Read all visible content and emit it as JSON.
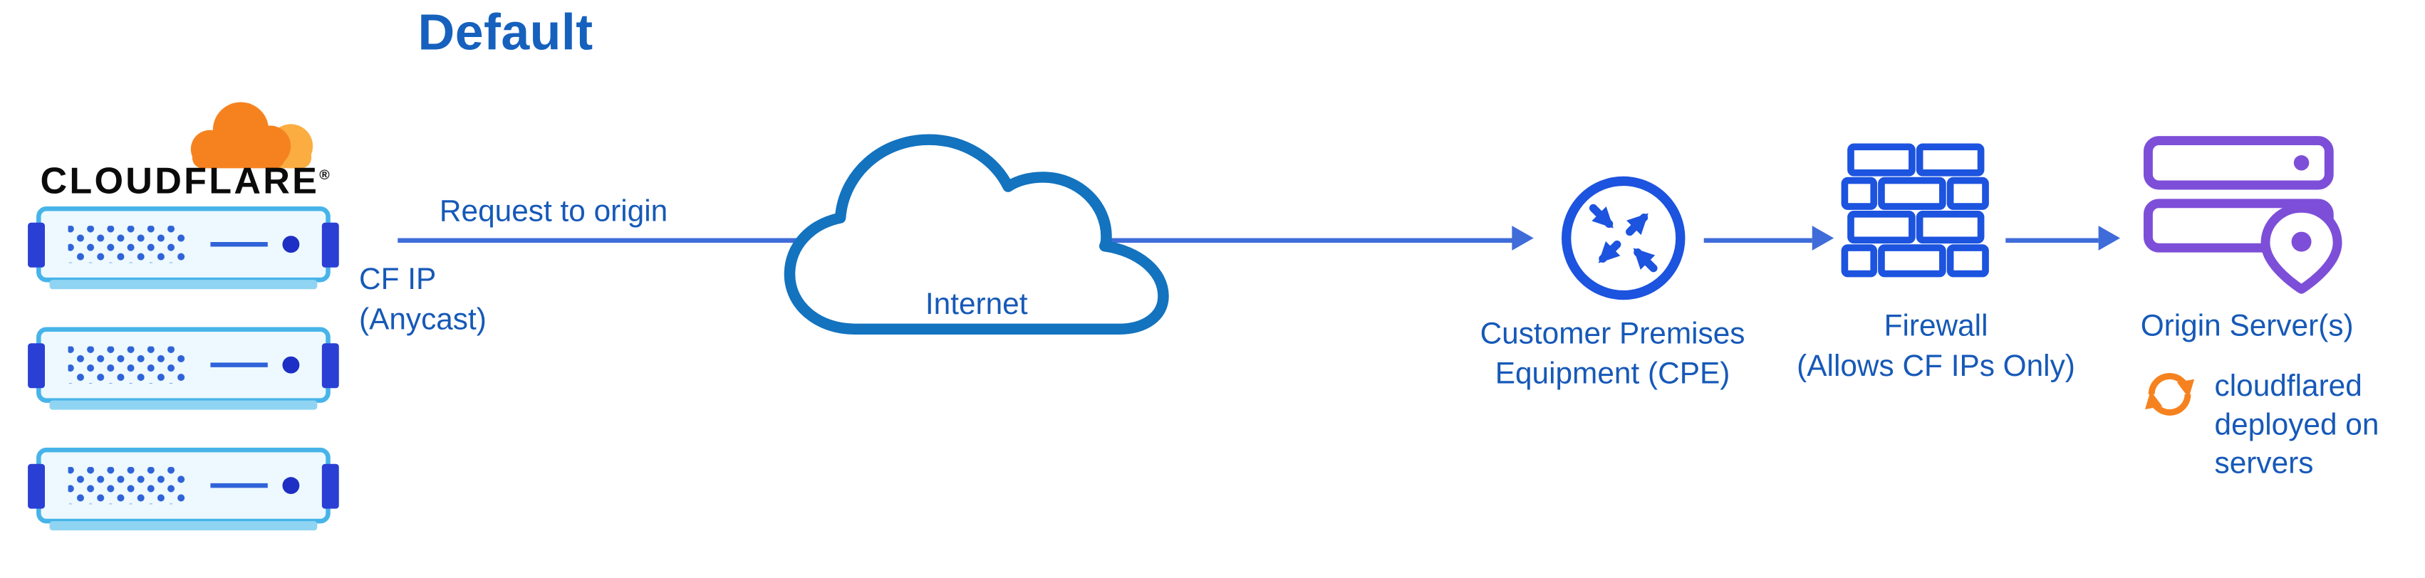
{
  "title": "Default",
  "logo": {
    "text": "CLOUDFLARE",
    "mark": "®"
  },
  "labels": {
    "request": "Request to origin",
    "cf_ip": "CF IP\n(Anycast)",
    "internet": "Internet",
    "cpe": "Customer Premises\nEquipment (CPE)",
    "firewall": "Firewall\n(Allows CF IPs Only)",
    "origin": "Origin Server(s)",
    "cloudflared": "cloudflared\ndeployed on\nservers"
  },
  "icons": {
    "logo": "cloudflare-cloud-logo",
    "edge": "server-rack-icon",
    "internet": "cloud-icon",
    "cpe": "router-crossed-arrows-icon",
    "firewall": "brick-wall-icon",
    "origin": "servers-with-location-pin-icon",
    "cloudflared": "sync-arrows-icon"
  },
  "colors": {
    "title_blue": "#1661bd",
    "label_blue": "#1659b8",
    "arrow_blue": "#3f6cd9",
    "cloud_outline_blue": "#1373bf",
    "icon_blue": "#1c53df",
    "server_border_blue": "#47b4e9",
    "server_dark_blue": "#2a3fd4",
    "origin_purple": "#7d4fd8",
    "cloudflare_orange": "#f6821f",
    "cloudflare_light_orange": "#fbad41"
  }
}
